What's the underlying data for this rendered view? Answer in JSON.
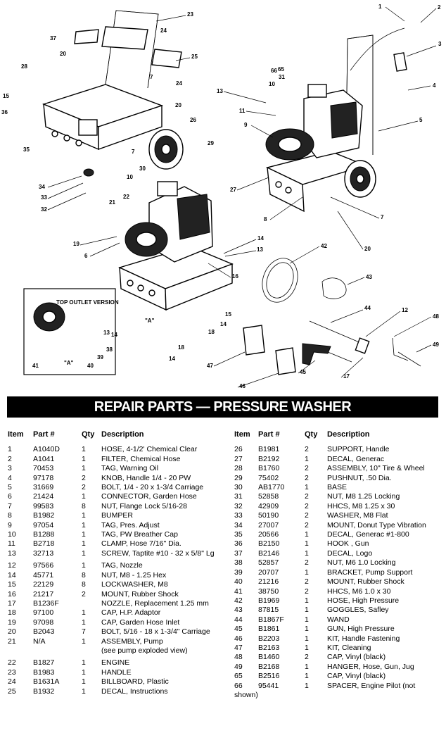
{
  "title": "REPAIR PARTS — PRESSURE WASHER",
  "headers": {
    "item": "Item",
    "part": "Part #",
    "qty": "Qty",
    "description": "Description"
  },
  "callouts": [
    "1",
    "2",
    "3",
    "4",
    "5",
    "6",
    "7",
    "8",
    "9",
    "10",
    "11",
    "12",
    "13",
    "14",
    "15",
    "16",
    "17",
    "18",
    "19",
    "20",
    "21",
    "22",
    "23",
    "24",
    "25",
    "26",
    "27",
    "28",
    "29",
    "30",
    "31",
    "32",
    "33",
    "34",
    "35",
    "36",
    "37",
    "38",
    "39",
    "40",
    "41",
    "42",
    "43",
    "44",
    "45",
    "46",
    "47",
    "48",
    "49",
    "65",
    "66",
    "\"A\""
  ],
  "inset_label": "TOP OUTLET VERSION",
  "parts_left": [
    {
      "item": "1",
      "part": "A1040D",
      "qty": "1",
      "desc": "HOSE, 4-1/2' Chemical Clear"
    },
    {
      "item": "2",
      "part": "A1041",
      "qty": "1",
      "desc": "FILTER, Chemical Hose"
    },
    {
      "item": "3",
      "part": "70453",
      "qty": "1",
      "desc": "TAG, Warning Oil"
    },
    {
      "item": "4",
      "part": "97178",
      "qty": "2",
      "desc": "KNOB, Handle 1/4 - 20 PW"
    },
    {
      "item": "5",
      "part": "31669",
      "qty": "2",
      "desc": "BOLT, 1/4 - 20 x 1-3/4 Carriage"
    },
    {
      "item": "6",
      "part": "21424",
      "qty": "1",
      "desc": "CONNECTOR, Garden Hose"
    },
    {
      "item": "7",
      "part": "99583",
      "qty": "8",
      "desc": "NUT, Flange Lock 5/16-28"
    },
    {
      "item": "8",
      "part": "B1982",
      "qty": "1",
      "desc": "BUMPER"
    },
    {
      "item": "9",
      "part": "97054",
      "qty": "1",
      "desc": "TAG, Pres. Adjust"
    },
    {
      "item": "10",
      "part": "B1288",
      "qty": "1",
      "desc": "TAG, PW Breather Cap"
    },
    {
      "item": "11",
      "part": "B2718",
      "qty": "1",
      "desc": "CLAMP, Hose 7/16\" Dia."
    },
    {
      "item": "13",
      "part": "32713",
      "qty": "1",
      "desc": "SCREW, Taptite #10 - 32 x 5/8\" Lg"
    },
    {
      "gap": true
    },
    {
      "item": "12",
      "part": "97566",
      "qty": "1",
      "desc": "TAG, Nozzle"
    },
    {
      "item": "14",
      "part": "45771",
      "qty": "8",
      "desc": "NUT, M8 - 1.25 Hex"
    },
    {
      "item": "15",
      "part": "22129",
      "qty": "8",
      "desc": "LOCKWASHER, M8"
    },
    {
      "item": "16",
      "part": "21217",
      "qty": "2",
      "desc": "MOUNT, Rubber Shock"
    },
    {
      "item": "17",
      "part": "B1236F",
      "qty": "",
      "desc": "NOZZLE, Replacement 1.25 mm"
    },
    {
      "item": "18",
      "part": "97100",
      "qty": "1",
      "desc": "CAP, H.P. Adaptor"
    },
    {
      "item": "19",
      "part": "97098",
      "qty": "1",
      "desc": "CAP, Garden Hose Inlet"
    },
    {
      "item": "20",
      "part": "B2043",
      "qty": "7",
      "desc": "BOLT, 5/16 - 18 x 1-3/4\" Carriage"
    },
    {
      "item": "21",
      "part": "N/A",
      "qty": "1",
      "desc": "ASSEMBLY, Pump"
    },
    {
      "item": "",
      "part": "",
      "qty": "",
      "desc": "(see pump exploded view)"
    },
    {
      "gap": true
    },
    {
      "item": "22",
      "part": "B1827",
      "qty": "1",
      "desc": "ENGINE"
    },
    {
      "item": "23",
      "part": "B1983",
      "qty": "1",
      "desc": "HANDLE"
    },
    {
      "item": "24",
      "part": "B1631A",
      "qty": "1",
      "desc": "BILLBOARD, Plastic"
    },
    {
      "item": "25",
      "part": "B1932",
      "qty": "1",
      "desc": "DECAL, Instructions"
    }
  ],
  "parts_right": [
    {
      "item": "26",
      "part": "B1981",
      "qty": "2",
      "desc": "SUPPORT, Handle"
    },
    {
      "item": "27",
      "part": "B2192",
      "qty": "1",
      "desc": "DECAL, Generac"
    },
    {
      "item": "28",
      "part": "B1760",
      "qty": "2",
      "desc": "ASSEMBLY, 10\" Tire & Wheel"
    },
    {
      "item": "29",
      "part": "75402",
      "qty": "2",
      "desc": "PUSHNUT, .50 Dia."
    },
    {
      "item": "30",
      "part": "AB1770",
      "qty": "1",
      "desc": "BASE"
    },
    {
      "item": "31",
      "part": "52858",
      "qty": "2",
      "desc": "NUT, M8 1.25 Locking"
    },
    {
      "item": "32",
      "part": "42909",
      "qty": "2",
      "desc": "HHCS, M8 1.25 x 30"
    },
    {
      "item": "33",
      "part": "50190",
      "qty": "2",
      "desc": "WASHER, M8 Flat"
    },
    {
      "item": "34",
      "part": "27007",
      "qty": "2",
      "desc": "MOUNT, Donut Type Vibration"
    },
    {
      "item": "35",
      "part": "20566",
      "qty": "1",
      "desc": "DECAL, Generac #1-800"
    },
    {
      "item": "36",
      "part": "B2150",
      "qty": "1",
      "desc": "HOOK , Gun"
    },
    {
      "item": "37",
      "part": "B2146",
      "qty": "1",
      "desc": "DECAL, Logo"
    },
    {
      "item": "38",
      "part": "52857",
      "qty": "2",
      "desc": "NUT, M6 1.0 Locking"
    },
    {
      "item": "39",
      "part": "20707",
      "qty": "1",
      "desc": "BRACKET, Pump Support"
    },
    {
      "item": "40",
      "part": "21216",
      "qty": "2",
      "desc": "MOUNT, Rubber Shock"
    },
    {
      "item": "41",
      "part": "38750",
      "qty": "2",
      "desc": "HHCS, M6 1.0 x 30"
    },
    {
      "item": "42",
      "part": "B1969",
      "qty": "1",
      "desc": "HOSE, High Pressure"
    },
    {
      "item": "43",
      "part": "87815",
      "qty": "1",
      "desc": "GOGGLES, Safley"
    },
    {
      "item": "44",
      "part": "B1867F",
      "qty": "1",
      "desc": "WAND"
    },
    {
      "item": "45",
      "part": "B1861",
      "qty": "1",
      "desc": "GUN, High Pressure"
    },
    {
      "item": "46",
      "part": "B2203",
      "qty": "1",
      "desc": "KIT, Handle Fastening"
    },
    {
      "item": "47",
      "part": "B2163",
      "qty": "1",
      "desc": "KIT, Cleaning"
    },
    {
      "item": "48",
      "part": "B1460",
      "qty": "2",
      "desc": "CAP, Vinyl (black)"
    },
    {
      "item": "49",
      "part": "B2168",
      "qty": "1",
      "desc": "HANGER, Hose, Gun, Jug"
    },
    {
      "item": "65",
      "part": "B2516",
      "qty": "1",
      "desc": "CAP, Vinyl (black)"
    },
    {
      "item": "66",
      "part": "95441",
      "qty": "1",
      "desc": "SPACER, Engine Pilot (not"
    },
    {
      "item": "shown)",
      "part": "",
      "qty": "",
      "desc": "",
      "wrap": true
    }
  ]
}
